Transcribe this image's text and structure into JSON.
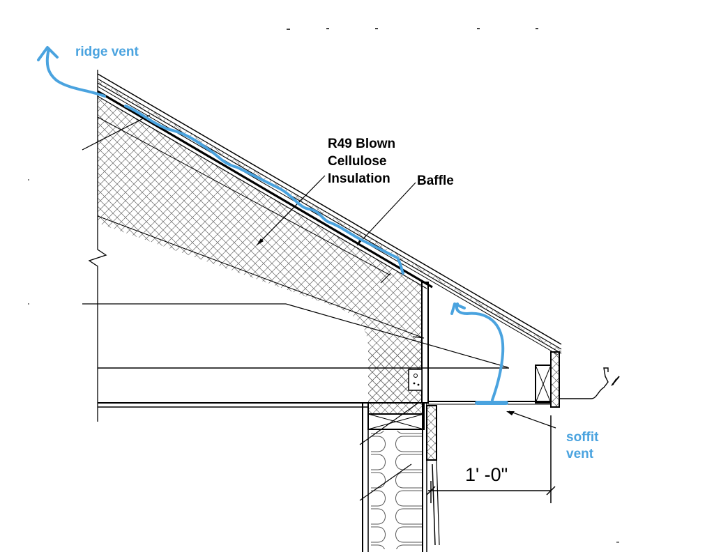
{
  "labels": {
    "ridge_vent": "ridge vent",
    "insulation": [
      "R49 Blown",
      "Cellulose",
      "Insulation"
    ],
    "baffle": "Baffle",
    "soffit_vent": [
      "soffit",
      "vent"
    ]
  },
  "dimension": {
    "overhang": "1' -0\""
  },
  "colors": {
    "annotation_blue": "#4aa3df",
    "line": "#000000",
    "hatch": "#555555"
  }
}
